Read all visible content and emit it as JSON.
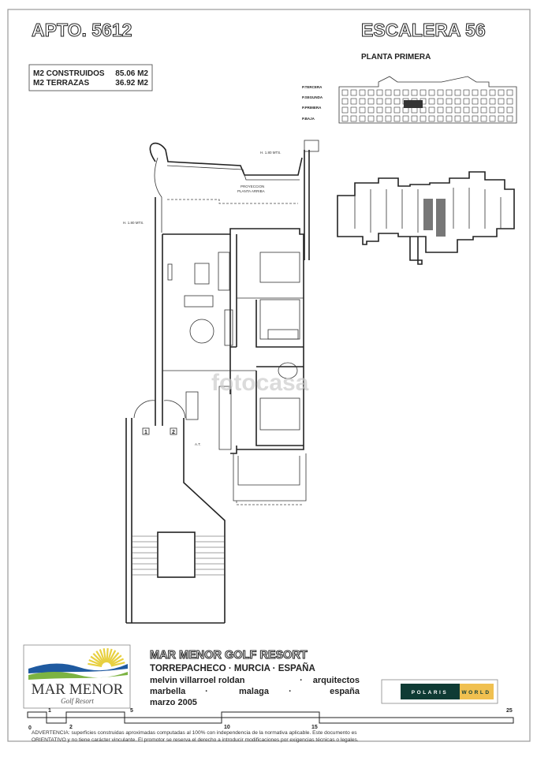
{
  "header": {
    "apartment": "APTO. 5612",
    "staircase": "ESCALERA 56",
    "floor": "PLANTA PRIMERA"
  },
  "areas": [
    {
      "label": "M2 CONSTRUIDOS",
      "value": "85.06 M2"
    },
    {
      "label": "M2 TERRAZAS",
      "value": "36.92 M2"
    }
  ],
  "elevation_levels": [
    "P.TERCERA",
    "P.SEGUNDA",
    "P.PRIMERA",
    "P.BAJA"
  ],
  "plan_labels": {
    "height_top": "H. 1.80 MTS.",
    "height_left": "H. 1.80 MTS.",
    "projection_1": "PROYECCION",
    "projection_2": "PLANTA ARRIBA",
    "door_1": "1",
    "door_2": "2",
    "at": "A.T."
  },
  "watermark": "fotocasa",
  "logo": {
    "line1": "MAR MENOR",
    "line2": "Golf Resort"
  },
  "title_block": {
    "resort": "MAR MENOR GOLF RESORT",
    "location": "TORREPACHECO · MURCIA · ESPAÑA",
    "architect": [
      "melvin villarroel roldan",
      "·",
      "arquitectos"
    ],
    "office": [
      "marbella",
      "·",
      "malaga",
      "·",
      "españa"
    ],
    "date": "marzo 2005"
  },
  "developer": {
    "part1": "POLARIS",
    "part2": "WORLD"
  },
  "colors": {
    "polaris_dark": "#0f3b34",
    "polaris_gold": "#f0c050",
    "logo_blue": "#1f5aa0",
    "logo_green": "#7cb342",
    "logo_sun": "#e8d040"
  },
  "scale": {
    "ticks": [
      "0",
      "1",
      "2",
      "5",
      "10",
      "15",
      "25"
    ]
  },
  "disclaimer": [
    "ADVERTENCIA: superficies construidas aproximadas computadas al 100% con independencia de la normativa aplicable. Este documento es",
    "ORIENTATIVO y no tiene carácter vinculante. El promotor se reserva el derecho a introducir modificaciones por exigencias técnicas o legales."
  ]
}
